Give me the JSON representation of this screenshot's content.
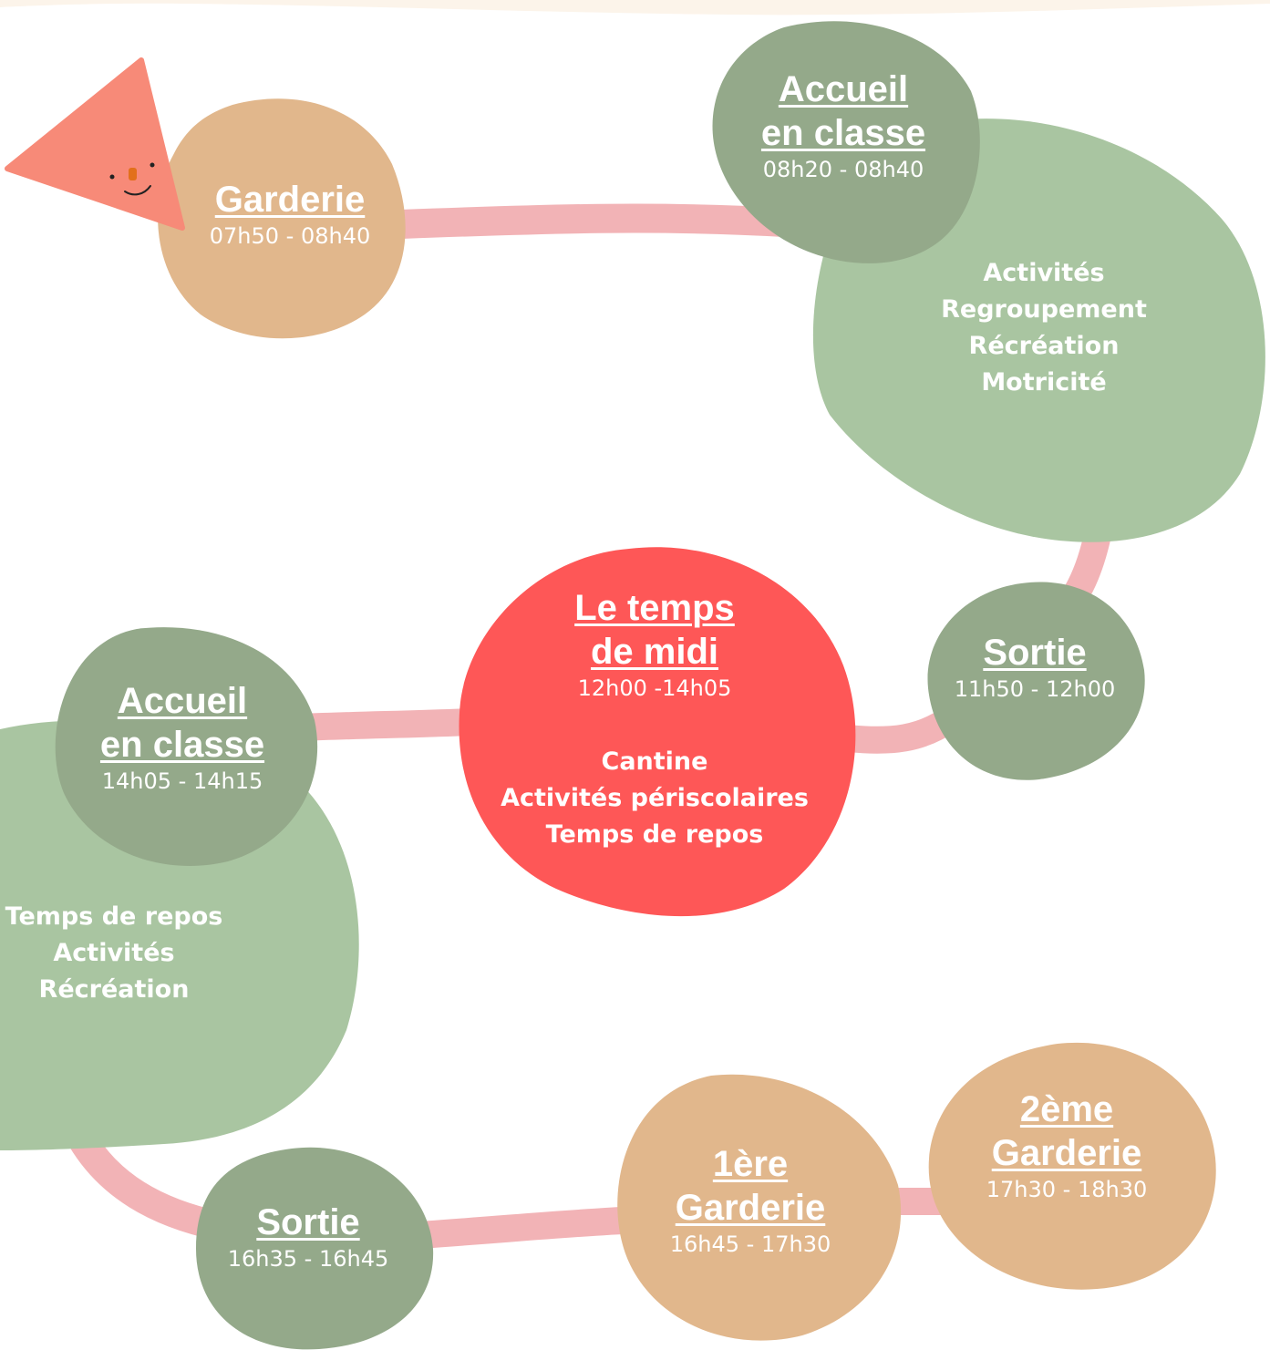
{
  "colors": {
    "path": "#f2b3b6",
    "garderie": "#e1b78c",
    "dark_green": "#94a98a",
    "light_green": "#a9c5a1",
    "midi": "#fe5757",
    "triangle": "#f78a78",
    "top_bar": "#fcf4ea"
  },
  "icon": "smiling-triangle-mascot-icon",
  "steps": {
    "garderie": {
      "title": "Garderie",
      "time": "07h50 - 08h40"
    },
    "accueil_matin": {
      "title_line1": "Accueil ",
      "title_line2": "en classe",
      "time": "08h20 - 08h40"
    },
    "matin_activities": [
      "Activités",
      "Regroupement",
      "Récréation",
      "Motricité"
    ],
    "sortie_midi": {
      "title": "Sortie",
      "time": "11h50 - 12h00"
    },
    "midi": {
      "title_line1": "Le temps ",
      "title_line2": "de midi",
      "time": "12h00 -14h05"
    },
    "midi_activities": [
      "Cantine",
      "Activités périscolaires",
      "Temps de repos"
    ],
    "accueil_aprem": {
      "title_line1": "Accueil ",
      "title_line2": "en classe",
      "time": "14h05 - 14h15"
    },
    "aprem_activities": [
      "Temps de repos",
      "Activités",
      "Récréation"
    ],
    "sortie_soir": {
      "title": "Sortie",
      "time": "16h35 - 16h45"
    },
    "garderie_1": {
      "title_line1": "1ère",
      "title_line2": "Garderie",
      "time": "16h45 - 17h30"
    },
    "garderie_2": {
      "title_line1": "2ème",
      "title_line2": "Garderie",
      "time": "17h30 - 18h30"
    }
  }
}
